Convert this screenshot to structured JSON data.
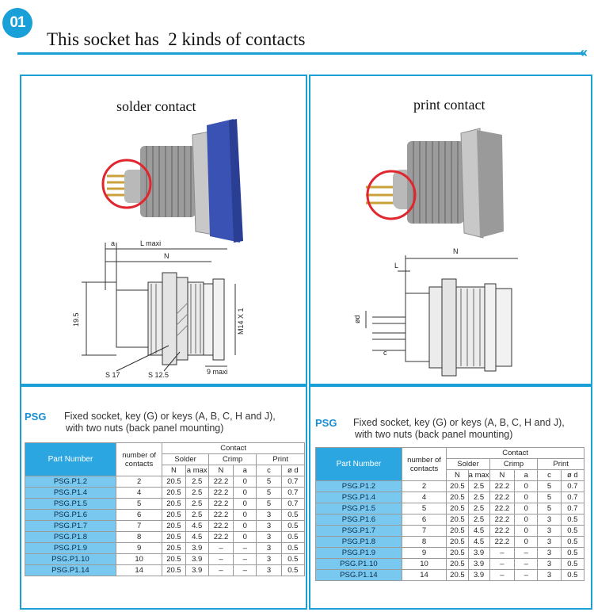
{
  "header": {
    "badge": "01",
    "title": "This socket has  2 kinds of contacts",
    "chevron": "«"
  },
  "colors": {
    "accent": "#1a9fd6",
    "header_cell": "#2ba6e0",
    "part_cell": "#79c8ef",
    "highlight_ring": "#e0262f"
  },
  "photos": {
    "solder": {
      "title": "solder contact"
    },
    "print": {
      "title": "print contact"
    }
  },
  "drawings": {
    "solder": {
      "a": "a",
      "l_maxi": "L  maxi",
      "n": "N",
      "h": "19.5",
      "thread": "M14 X 1",
      "s17": "S 17",
      "s125": "S 12.5",
      "nine_maxi": "9 maxi"
    },
    "print": {
      "n": "N",
      "l": "L",
      "od": "ød",
      "c": "c"
    }
  },
  "spec": {
    "series": "PSG",
    "description_line1": "Fixed socket, key (G) or keys (A, B, C, H and J),",
    "description_line2": "with two nuts (back panel mounting)",
    "headers": {
      "part_number": "Part Number",
      "contacts_count": "number of contacts",
      "contact": "Contact",
      "solder": "Solder",
      "crimp": "Crimp",
      "print": "Print",
      "sub": [
        "N",
        "a max",
        "N",
        "a",
        "c",
        "ø d"
      ]
    },
    "rows": [
      [
        "PSG.P1.2",
        "2",
        "20.5",
        "2.5",
        "22.2",
        "0",
        "5",
        "0.7"
      ],
      [
        "PSG.P1.4",
        "4",
        "20.5",
        "2.5",
        "22.2",
        "0",
        "5",
        "0.7"
      ],
      [
        "PSG.P1.5",
        "5",
        "20.5",
        "2.5",
        "22.2",
        "0",
        "5",
        "0.7"
      ],
      [
        "PSG.P1.6",
        "6",
        "20.5",
        "2.5",
        "22.2",
        "0",
        "3",
        "0.5"
      ],
      [
        "PSG.P1.7",
        "7",
        "20.5",
        "4.5",
        "22.2",
        "0",
        "3",
        "0.5"
      ],
      [
        "PSG.P1.8",
        "8",
        "20.5",
        "4.5",
        "22.2",
        "0",
        "3",
        "0.5"
      ],
      [
        "PSG.P1.9",
        "9",
        "20.5",
        "3.9",
        "–",
        "–",
        "3",
        "0.5"
      ],
      [
        "PSG.P1.10",
        "10",
        "20.5",
        "3.9",
        "–",
        "–",
        "3",
        "0.5"
      ],
      [
        "PSG.P1.14",
        "14",
        "20.5",
        "3.9",
        "–",
        "–",
        "3",
        "0.5"
      ]
    ]
  }
}
